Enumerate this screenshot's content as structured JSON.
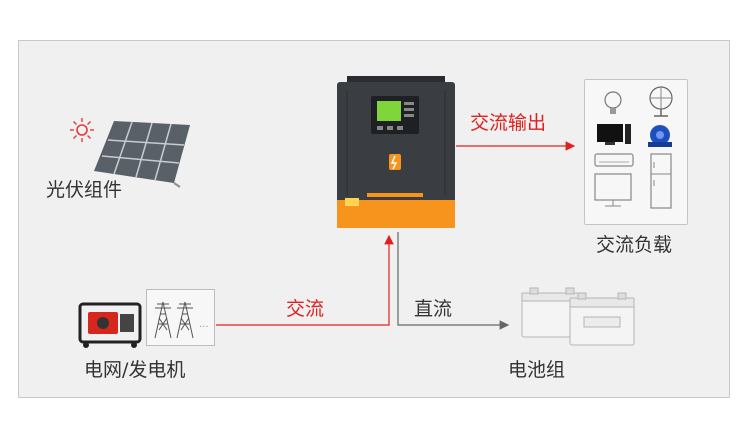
{
  "labels": {
    "solar": "光伏组件",
    "grid": "电网/发电机",
    "ac_out": "交流输出",
    "ac_load": "交流负载",
    "ac_in": "交流",
    "dc": "直流",
    "battery": "电池组"
  },
  "icons": {
    "sun": "sun-icon",
    "solar_panel": "solar-panel-icon",
    "generator": "generator-icon",
    "pylon": "power-pylon-icon",
    "inverter": "inverter-icon",
    "loads": [
      "light-bulb-icon",
      "fan-icon",
      "desktop-computer-icon",
      "motor-icon",
      "air-conditioner-icon",
      "tv-icon",
      "refrigerator-icon"
    ],
    "battery": "battery-icon"
  },
  "colors": {
    "ac_line": "#e02020",
    "dc_line": "#666666",
    "inverter_body": "#3a3d42",
    "inverter_accent": "#f7941d"
  }
}
